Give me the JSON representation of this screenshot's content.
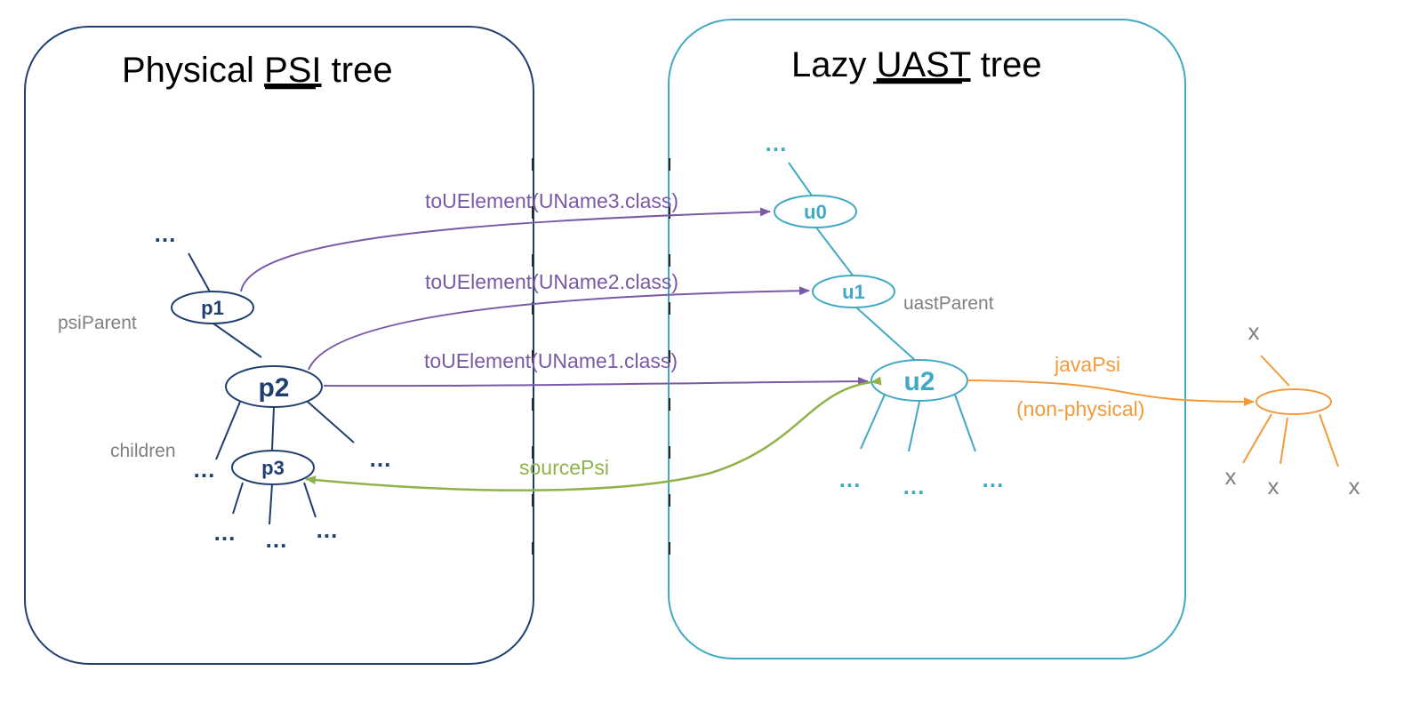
{
  "colors": {
    "psi": "#1f3f6f",
    "uast": "#42a9c4",
    "arrow_purple": "#7a5aa6",
    "arrow_green": "#8fb34a",
    "orange": "#f39a3a",
    "gray": "#808080",
    "title": "#000000"
  },
  "psi_panel": {
    "title_prefix": "Physical ",
    "title_underlined": "PSI",
    "title_suffix": " tree",
    "nodes": {
      "p1": "p1",
      "p2": "p2",
      "p3": "p3"
    },
    "labels": {
      "parent": "psiParent",
      "children": "children"
    },
    "ellipsis": "..."
  },
  "uast_panel": {
    "title_prefix": "Lazy ",
    "title_underlined": "UAST",
    "title_suffix": " tree",
    "nodes": {
      "u0": "u0",
      "u1": "u1",
      "u2": "u2"
    },
    "labels": {
      "parent": "uastParent"
    },
    "ellipsis": "..."
  },
  "arrows": {
    "to_u0": "toUElement(UName3.class)",
    "to_u1": "toUElement(UName2.class)",
    "to_u2": "toUElement(UName1.class)",
    "source_psi": "sourcePsi",
    "java_psi": "javaPsi",
    "non_physical": "(non-physical)"
  },
  "java_tree": {
    "leaf": "x"
  }
}
